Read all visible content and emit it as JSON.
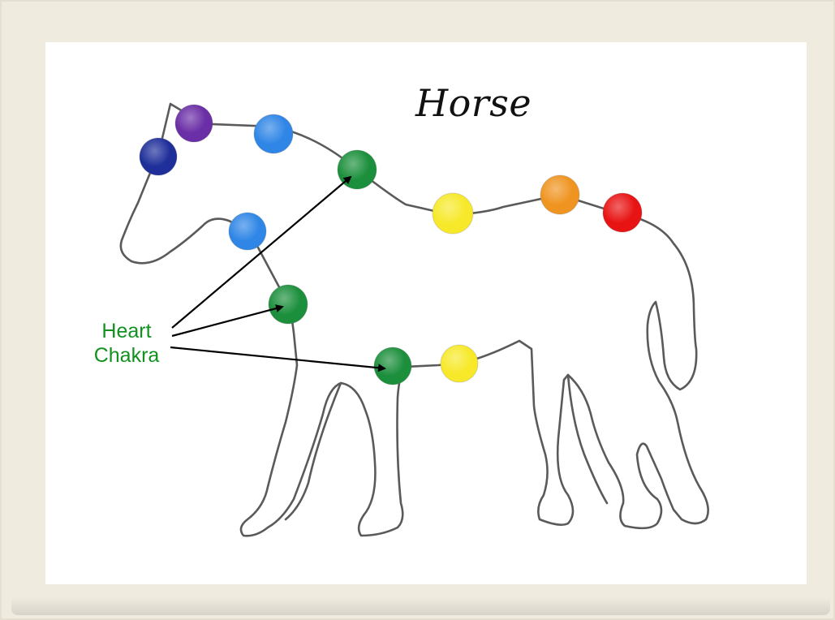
{
  "title": "Horse",
  "annotation": {
    "line1": "Heart",
    "line2": "Chakra"
  },
  "chakras": [
    {
      "name": "third-eye",
      "color": "#1f2f9a"
    },
    {
      "name": "crown",
      "color": "#6a2ea6"
    },
    {
      "name": "throat",
      "color": "#2f86e6"
    },
    {
      "name": "heart",
      "color": "#1c8f3c"
    },
    {
      "name": "solar-plexus",
      "color": "#f7e92a"
    },
    {
      "name": "sacral",
      "color": "#ef9420"
    },
    {
      "name": "root",
      "color": "#e81414"
    },
    {
      "name": "throat",
      "color": "#2f86e6"
    },
    {
      "name": "heart",
      "color": "#1c8f3c"
    },
    {
      "name": "heart",
      "color": "#1c8f3c"
    },
    {
      "name": "solar-plexus",
      "color": "#f7e92a"
    }
  ],
  "colors": {
    "frame": "#efebdf",
    "outline": "#555555",
    "label": "#12911f",
    "arrow": "#000000"
  }
}
